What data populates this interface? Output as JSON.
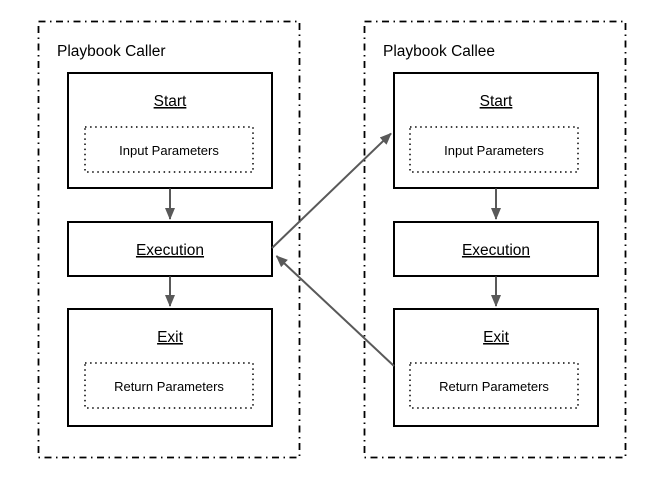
{
  "diagram": {
    "type": "flowchart",
    "colors": {
      "arrow": "#595959",
      "border": "#000000",
      "background": "#ffffff",
      "text": "#000000"
    },
    "caller": {
      "title": "Playbook Caller",
      "start": {
        "label": "Start",
        "inner": "Input Parameters"
      },
      "execution": {
        "label": "Execution"
      },
      "exit": {
        "label": "Exit",
        "inner": "Return Parameters"
      }
    },
    "callee": {
      "title": "Playbook Callee",
      "start": {
        "label": "Start",
        "inner": "Input Parameters"
      },
      "execution": {
        "label": "Execution"
      },
      "exit": {
        "label": "Exit",
        "inner": "Return Parameters"
      }
    },
    "connections": [
      {
        "from": "caller-start",
        "to": "caller-execution"
      },
      {
        "from": "caller-execution",
        "to": "caller-exit"
      },
      {
        "from": "callee-start",
        "to": "callee-execution"
      },
      {
        "from": "callee-execution",
        "to": "callee-exit"
      },
      {
        "from": "caller-execution",
        "to": "callee-start"
      },
      {
        "from": "callee-exit",
        "to": "caller-execution"
      }
    ]
  }
}
